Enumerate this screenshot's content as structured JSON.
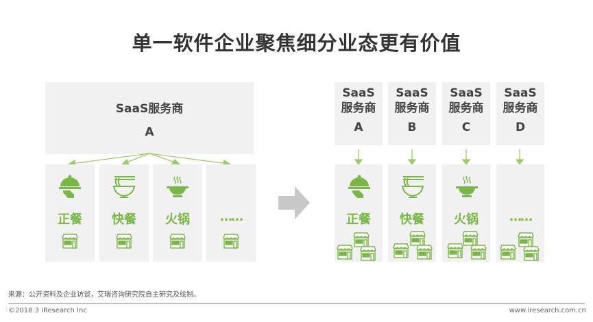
{
  "title": "单一软件企业聚焦细分业态更有价值",
  "left": {
    "provider_line1": "SaaS服务商",
    "provider_line2": "A",
    "segments": [
      {
        "label": "正餐",
        "icon": "cloche-icon"
      },
      {
        "label": "快餐",
        "icon": "noodle-bowl-icon"
      },
      {
        "label": "火锅",
        "icon": "hotpot-icon"
      },
      {
        "label": "……",
        "icon": ""
      }
    ]
  },
  "right": {
    "providers": [
      {
        "l1": "SaaS",
        "l2": "服务商",
        "l3": "A"
      },
      {
        "l1": "SaaS",
        "l2": "服务商",
        "l3": "B"
      },
      {
        "l1": "SaaS",
        "l2": "服务商",
        "l3": "C"
      },
      {
        "l1": "SaaS",
        "l2": "服务商",
        "l3": "D"
      }
    ],
    "segments": [
      {
        "label": "正餐"
      },
      {
        "label": "快餐"
      },
      {
        "label": "火锅"
      },
      {
        "label": "……"
      }
    ]
  },
  "footer": {
    "source": "来源：公开资料及企业访谈，艾瑞咨询研究院自主研究及绘制。",
    "copyright": "©2018.3 iResearch Inc",
    "url": "www.iresearch.com.cn"
  },
  "colors": {
    "green": "#7ab648",
    "box": "#f1f1f1",
    "arrow": "#c8c8c8"
  }
}
